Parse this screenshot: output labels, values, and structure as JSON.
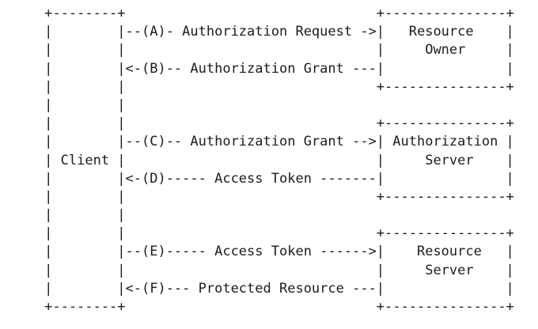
{
  "page": {
    "background_color": "#ffffff",
    "text_color": "#1c1c1c"
  },
  "diagram": {
    "type": "ascii-flow-diagram",
    "actors": [
      {
        "id": "client",
        "label": "Client"
      },
      {
        "id": "resource-owner",
        "label_line1": "Resource",
        "label_line2": "Owner"
      },
      {
        "id": "authorization-server",
        "label_line1": "Authorization",
        "label_line2": "Server"
      },
      {
        "id": "resource-server",
        "label_line1": "Resource",
        "label_line2": "Server"
      }
    ],
    "steps": [
      {
        "id": "A",
        "label": "Authorization Request",
        "from": "Client",
        "to": "Resource Owner",
        "direction": "right"
      },
      {
        "id": "B",
        "label": "Authorization Grant",
        "from": "Resource Owner",
        "to": "Client",
        "direction": "left"
      },
      {
        "id": "C",
        "label": "Authorization Grant",
        "from": "Client",
        "to": "Authorization Server",
        "direction": "right"
      },
      {
        "id": "D",
        "label": "Access Token",
        "from": "Authorization Server",
        "to": "Client",
        "direction": "left"
      },
      {
        "id": "E",
        "label": "Access Token",
        "from": "Client",
        "to": "Resource Server",
        "direction": "right"
      },
      {
        "id": "F",
        "label": "Protected Resource",
        "from": "Resource Server",
        "to": "Client",
        "direction": "left"
      }
    ],
    "ascii_lines": [
      "     +--------+                               +---------------+",
      "     |        |--(A)- Authorization Request ->|   Resource    |",
      "     |        |                               |     Owner     |",
      "     |        |<-(B)-- Authorization Grant ---|               |",
      "     |        |                               +---------------+",
      "     |        |",
      "     |        |                               +---------------+",
      "     |        |--(C)-- Authorization Grant -->| Authorization |",
      "     | Client |                               |     Server    |",
      "     |        |<-(D)----- Access Token -------|               |",
      "     |        |                               +---------------+",
      "     |        |",
      "     |        |                               +---------------+",
      "     |        |--(E)----- Access Token ------>|    Resource   |",
      "     |        |                               |     Server    |",
      "     |        |<-(F)--- Protected Resource ---|               |",
      "     +--------+                               +---------------+"
    ]
  }
}
